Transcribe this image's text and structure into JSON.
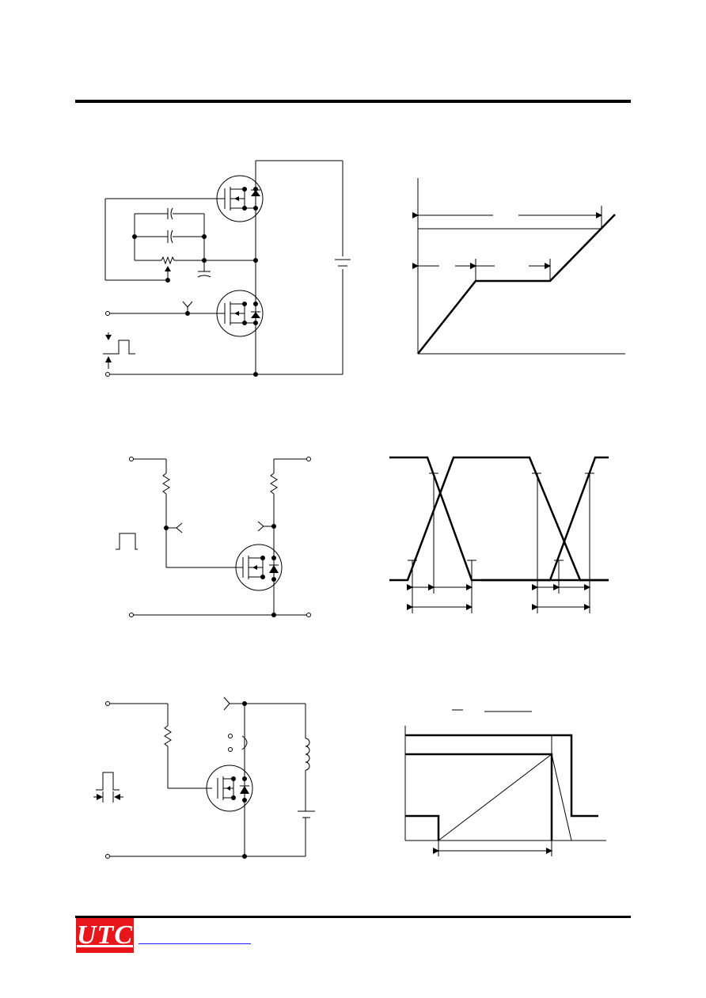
{
  "brand": {
    "logo_text": "UTC",
    "logo_color": "#e8161b",
    "link_color": "#1a1aff"
  },
  "figures": [
    {
      "id": "gate-charge-test-circuit"
    },
    {
      "id": "gate-charge-waveform"
    },
    {
      "id": "switching-test-circuit"
    },
    {
      "id": "switching-waveforms"
    },
    {
      "id": "unclamped-inductive-test-circuit"
    },
    {
      "id": "unclamped-inductive-waveforms"
    }
  ]
}
